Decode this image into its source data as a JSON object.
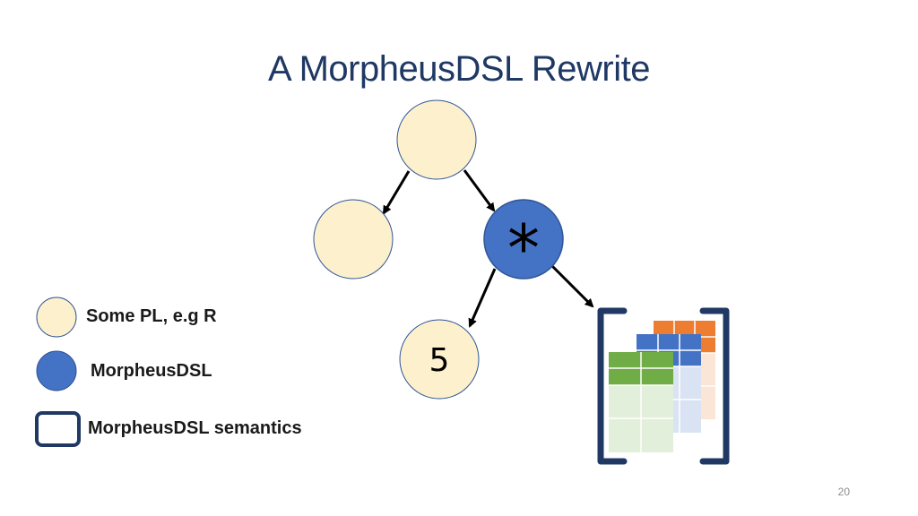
{
  "title": "A MorpheusDSL Rewrite",
  "tree": {
    "operator_symbol": "*",
    "literal_value": "5"
  },
  "legend": [
    {
      "label": "Some PL, e.g R",
      "color": "#fdf0cc"
    },
    {
      "label": "MorpheusDSL",
      "color": "#4472c4"
    },
    {
      "label": "MorpheusDSL semantics",
      "color": "#203864"
    }
  ],
  "colors": {
    "pl_fill": "#fdf0cc",
    "dsl_fill": "#4472c4",
    "semantics_stroke": "#203864",
    "grid_orange": "#ed7d31",
    "grid_blue": "#4472c4",
    "grid_green": "#70ad47"
  },
  "page_number": "20"
}
